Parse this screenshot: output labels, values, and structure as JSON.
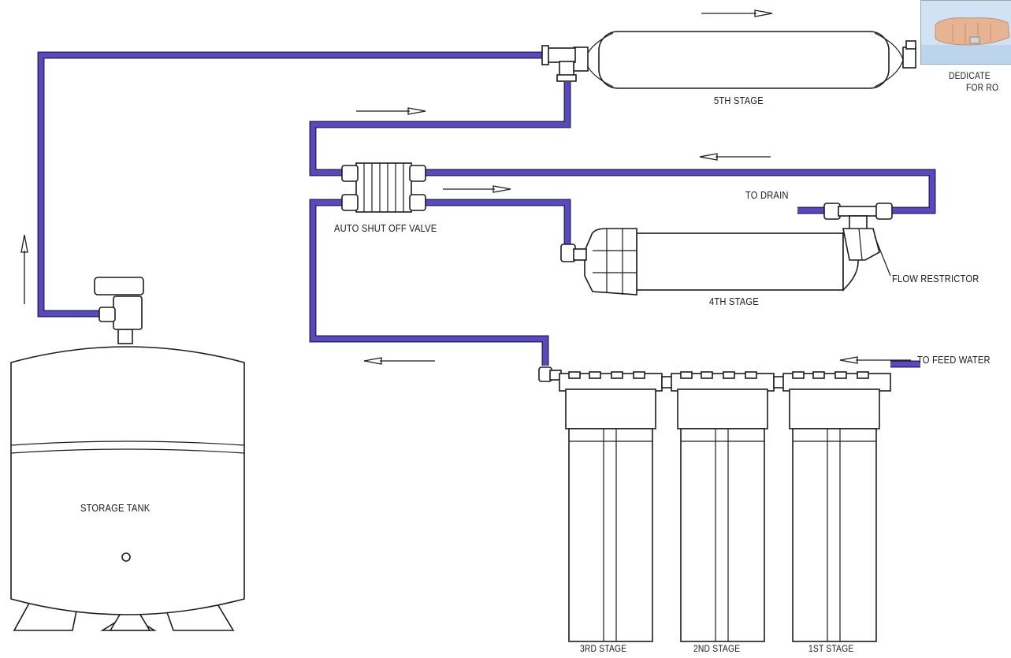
{
  "colors": {
    "tubing": "#5a49b8",
    "tubing_outline": "#2c2470",
    "line": "#1c1c1c",
    "photo_bg": "#cfe3f5",
    "photo_hand": "#e7b493"
  },
  "labels": {
    "stage5": "5TH STAGE",
    "stage4": "4TH STAGE",
    "stage3": "3RD STAGE",
    "stage2": "2ND STAGE",
    "stage1": "1ST STAGE",
    "storage_tank": "STORAGE TANK",
    "auto_shut_off_valve": "AUTO SHUT OFF VALVE",
    "to_drain": "TO DRAIN",
    "flow_restrictor": "FLOW RESTRICTOR",
    "to_feed_water": "TO FEED WATER",
    "photo_caption_line1": "DEDICATE",
    "photo_caption_line2": "FOR RO"
  },
  "icons": [
    "flow-arrow-icon",
    "faucet-photo"
  ]
}
